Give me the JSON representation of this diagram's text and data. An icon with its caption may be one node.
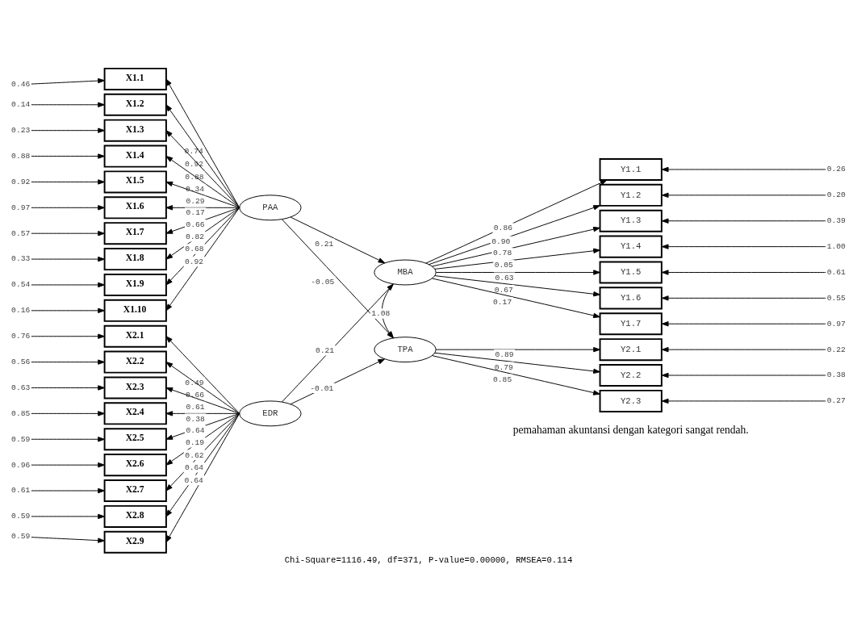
{
  "diagram": {
    "caption": "Chi-Square=1116.49, df=371, P-value=0.00000, RMSEA=0.114",
    "nodes": [
      {
        "text": [
          "PAA"
        ]
      },
      {
        "text": [
          "MBA"
        ]
      },
      {
        "text": [
          "EDR"
        ]
      },
      {
        "text": [
          "TPA"
        ]
      },
      {
        "text": [
          "X1.1"
        ]
      },
      {
        "text": [
          "X1.2"
        ]
      },
      {
        "text": [
          "X1.3"
        ]
      },
      {
        "text": [
          "X1.4"
        ]
      },
      {
        "text": [
          "X1.5"
        ]
      },
      {
        "text": [
          "X1.6"
        ]
      },
      {
        "text": [
          "X1.7"
        ]
      },
      {
        "text": [
          "X1.8"
        ]
      },
      {
        "text": [
          "X1.9"
        ]
      },
      {
        "text": [
          "X1.10"
        ]
      },
      {
        "text": [
          "X2.1"
        ]
      },
      {
        "text": [
          "X2.2"
        ]
      },
      {
        "text": [
          "X2.3"
        ]
      },
      {
        "text": [
          "X2.4"
        ]
      },
      {
        "text": [
          "X2.5"
        ]
      },
      {
        "text": [
          "X2.6"
        ]
      },
      {
        "text": [
          "X2.7"
        ]
      },
      {
        "text": [
          "X2.8"
        ]
      },
      {
        "text": [
          "X2.9"
        ]
      },
      {
        "text": [
          "Y1.1"
        ]
      },
      {
        "text": [
          "Y1.2"
        ]
      },
      {
        "text": [
          "Y1.3"
        ]
      },
      {
        "text": [
          "Y1.4"
        ]
      },
      {
        "text": [
          "Y1.5"
        ]
      },
      {
        "text": [
          "Y1.6"
        ]
      },
      {
        "text": [
          "Y1.7"
        ]
      },
      {
        "text": [
          "Y2.1"
        ]
      },
      {
        "text": [
          "Y2.2"
        ]
      },
      {
        "text": [
          "Y2.3"
        ]
      },
      {
        "text": [
          "0.46"
        ]
      },
      {
        "text": [
          "0.14"
        ]
      },
      {
        "text": [
          "0.23"
        ]
      },
      {
        "text": [
          "0.88"
        ]
      },
      {
        "text": [
          "0.92"
        ]
      },
      {
        "text": [
          "0.97"
        ]
      },
      {
        "text": [
          "0.57"
        ]
      },
      {
        "text": [
          "0.33"
        ]
      },
      {
        "text": [
          "0.54"
        ]
      },
      {
        "text": [
          "0.16"
        ]
      },
      {
        "text": [
          "0.76"
        ]
      },
      {
        "text": [
          "0.56"
        ]
      },
      {
        "text": [
          "0.63"
        ]
      },
      {
        "text": [
          "0.85"
        ]
      },
      {
        "text": [
          "0.59"
        ]
      },
      {
        "text": [
          "0.96"
        ]
      },
      {
        "text": [
          "0.61"
        ]
      },
      {
        "text": [
          "0.59"
        ]
      },
      {
        "text": [
          "0.59"
        ]
      },
      {
        "text": [
          "0.26"
        ]
      },
      {
        "text": [
          "0.20"
        ]
      },
      {
        "text": [
          "0.39"
        ]
      },
      {
        "text": [
          "1.00"
        ]
      },
      {
        "text": [
          "0.61"
        ]
      },
      {
        "text": [
          "0.55"
        ]
      },
      {
        "text": [
          "0.97"
        ]
      },
      {
        "text": [
          "0.22"
        ]
      },
      {
        "text": [
          "0.38"
        ]
      },
      {
        "text": [
          "0.27"
        ]
      }
    ],
    "edges": [
      {
        "from": 0,
        "to": 1,
        "label": "0.21",
        "arrow": "to"
      },
      {
        "from": 0,
        "to": 3,
        "label": "-0.05",
        "arrow": "to"
      },
      {
        "from": 2,
        "to": 1,
        "label": "0.21",
        "arrow": "to"
      },
      {
        "from": 2,
        "to": 3,
        "label": "-0.01",
        "arrow": "to"
      },
      {
        "from": 1,
        "to": 3,
        "label": "1.08",
        "arrow": "to"
      },
      {
        "from": 0,
        "to": 4,
        "label": "0.74",
        "arrow": "to"
      },
      {
        "from": 0,
        "to": 5,
        "label": "0.92",
        "arrow": "to"
      },
      {
        "from": 0,
        "to": 6,
        "label": "0.88",
        "arrow": "to"
      },
      {
        "from": 0,
        "to": 7,
        "label": "0.34",
        "arrow": "to"
      },
      {
        "from": 0,
        "to": 8,
        "label": "0.29",
        "arrow": "to"
      },
      {
        "from": 0,
        "to": 9,
        "label": "0.17",
        "arrow": "to"
      },
      {
        "from": 0,
        "to": 10,
        "label": "0.66",
        "arrow": "to"
      },
      {
        "from": 0,
        "to": 11,
        "label": "0.82",
        "arrow": "to"
      },
      {
        "from": 0,
        "to": 12,
        "label": "0.68",
        "arrow": "to"
      },
      {
        "from": 0,
        "to": 13,
        "label": "0.92",
        "arrow": "to"
      },
      {
        "from": 2,
        "to": 14,
        "label": "0.49",
        "arrow": "to"
      },
      {
        "from": 2,
        "to": 15,
        "label": "0.66",
        "arrow": "to"
      },
      {
        "from": 2,
        "to": 16,
        "label": "0.61",
        "arrow": "to"
      },
      {
        "from": 2,
        "to": 17,
        "label": "0.38",
        "arrow": "to"
      },
      {
        "from": 2,
        "to": 18,
        "label": "0.64",
        "arrow": "to"
      },
      {
        "from": 2,
        "to": 19,
        "label": "0.19",
        "arrow": "to"
      },
      {
        "from": 2,
        "to": 20,
        "label": "0.62",
        "arrow": "to"
      },
      {
        "from": 2,
        "to": 21,
        "label": "0.64",
        "arrow": "to"
      },
      {
        "from": 2,
        "to": 22,
        "label": "0.64",
        "arrow": "to"
      },
      {
        "from": 1,
        "to": 23,
        "label": "0.86",
        "arrow": "to"
      },
      {
        "from": 1,
        "to": 24,
        "label": "0.90",
        "arrow": "to"
      },
      {
        "from": 1,
        "to": 25,
        "label": "0.78",
        "arrow": "to"
      },
      {
        "from": 1,
        "to": 26,
        "label": "0.05",
        "arrow": "to"
      },
      {
        "from": 1,
        "to": 27,
        "label": "0.63",
        "arrow": "to"
      },
      {
        "from": 1,
        "to": 28,
        "label": "0.67",
        "arrow": "to"
      },
      {
        "from": 1,
        "to": 29,
        "label": "0.17",
        "arrow": "to"
      },
      {
        "from": 3,
        "to": 30,
        "label": "0.89",
        "arrow": "to"
      },
      {
        "from": 3,
        "to": 31,
        "label": "0.79",
        "arrow": "to"
      },
      {
        "from": 3,
        "to": 32,
        "label": "0.85",
        "arrow": "to"
      },
      {
        "from": 33,
        "to": 4,
        "arrow": "to"
      },
      {
        "from": 34,
        "to": 5,
        "arrow": "to"
      },
      {
        "from": 35,
        "to": 6,
        "arrow": "to"
      },
      {
        "from": 36,
        "to": 7,
        "arrow": "to"
      },
      {
        "from": 37,
        "to": 8,
        "arrow": "to"
      },
      {
        "from": 38,
        "to": 9,
        "arrow": "to"
      },
      {
        "from": 39,
        "to": 10,
        "arrow": "to"
      },
      {
        "from": 40,
        "to": 11,
        "arrow": "to"
      },
      {
        "from": 41,
        "to": 12,
        "arrow": "to"
      },
      {
        "from": 42,
        "to": 13,
        "arrow": "to"
      },
      {
        "from": 43,
        "to": 14,
        "arrow": "to"
      },
      {
        "from": 44,
        "to": 15,
        "arrow": "to"
      },
      {
        "from": 45,
        "to": 16,
        "arrow": "to"
      },
      {
        "from": 46,
        "to": 17,
        "arrow": "to"
      },
      {
        "from": 47,
        "to": 18,
        "arrow": "to"
      },
      {
        "from": 48,
        "to": 19,
        "arrow": "to"
      },
      {
        "from": 49,
        "to": 20,
        "arrow": "to"
      },
      {
        "from": 50,
        "to": 21,
        "arrow": "to"
      },
      {
        "from": 51,
        "to": 22,
        "arrow": "to"
      },
      {
        "from": 52,
        "to": 23,
        "arrow": "to"
      },
      {
        "from": 53,
        "to": 24,
        "arrow": "to"
      },
      {
        "from": 54,
        "to": 25,
        "arrow": "to"
      },
      {
        "from": 55,
        "to": 26,
        "arrow": "to"
      },
      {
        "from": 56,
        "to": 27,
        "arrow": "to"
      },
      {
        "from": 57,
        "to": 28,
        "arrow": "to"
      },
      {
        "from": 58,
        "to": 29,
        "arrow": "to"
      },
      {
        "from": 59,
        "to": 30,
        "arrow": "to"
      },
      {
        "from": 60,
        "to": 31,
        "arrow": "to"
      },
      {
        "from": 61,
        "to": 32,
        "arrow": "to"
      }
    ],
    "labels": [
      "pemahaman akuntansi dengan kategori sangat rendah."
    ]
  }
}
